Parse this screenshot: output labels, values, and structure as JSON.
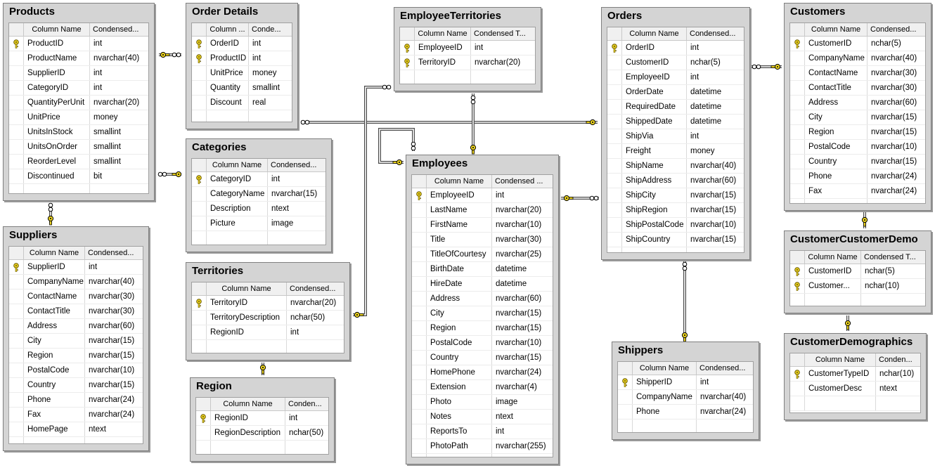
{
  "header_col1": "Column Name",
  "tables": [
    {
      "id": "products",
      "title": "Products",
      "header2": "Condensed...",
      "columns": [
        {
          "name": "ProductID",
          "type": "int",
          "pk": true
        },
        {
          "name": "ProductName",
          "type": "nvarchar(40)"
        },
        {
          "name": "SupplierID",
          "type": "int"
        },
        {
          "name": "CategoryID",
          "type": "int"
        },
        {
          "name": "QuantityPerUnit",
          "type": "nvarchar(20)"
        },
        {
          "name": "UnitPrice",
          "type": "money"
        },
        {
          "name": "UnitsInStock",
          "type": "smallint"
        },
        {
          "name": "UnitsOnOrder",
          "type": "smallint"
        },
        {
          "name": "ReorderLevel",
          "type": "smallint"
        },
        {
          "name": "Discontinued",
          "type": "bit"
        }
      ]
    },
    {
      "id": "order-details",
      "title": "Order Details",
      "header1": "Column ...",
      "header2": "Conde...",
      "columns": [
        {
          "name": "OrderID",
          "type": "int",
          "pk": true
        },
        {
          "name": "ProductID",
          "type": "int",
          "pk": true
        },
        {
          "name": "UnitPrice",
          "type": "money"
        },
        {
          "name": "Quantity",
          "type": "smallint"
        },
        {
          "name": "Discount",
          "type": "real"
        }
      ]
    },
    {
      "id": "employee-territories",
      "title": "EmployeeTerritories",
      "header2": "Condensed T...",
      "columns": [
        {
          "name": "EmployeeID",
          "type": "int",
          "pk": true
        },
        {
          "name": "TerritoryID",
          "type": "nvarchar(20)",
          "pk": true
        }
      ]
    },
    {
      "id": "orders",
      "title": "Orders",
      "header2": "Condensed...",
      "columns": [
        {
          "name": "OrderID",
          "type": "int",
          "pk": true
        },
        {
          "name": "CustomerID",
          "type": "nchar(5)"
        },
        {
          "name": "EmployeeID",
          "type": "int"
        },
        {
          "name": "OrderDate",
          "type": "datetime"
        },
        {
          "name": "RequiredDate",
          "type": "datetime"
        },
        {
          "name": "ShippedDate",
          "type": "datetime"
        },
        {
          "name": "ShipVia",
          "type": "int"
        },
        {
          "name": "Freight",
          "type": "money"
        },
        {
          "name": "ShipName",
          "type": "nvarchar(40)"
        },
        {
          "name": "ShipAddress",
          "type": "nvarchar(60)"
        },
        {
          "name": "ShipCity",
          "type": "nvarchar(15)"
        },
        {
          "name": "ShipRegion",
          "type": "nvarchar(15)"
        },
        {
          "name": "ShipPostalCode",
          "type": "nvarchar(10)"
        },
        {
          "name": "ShipCountry",
          "type": "nvarchar(15)"
        }
      ]
    },
    {
      "id": "customers",
      "title": "Customers",
      "header2": "Condensed...",
      "columns": [
        {
          "name": "CustomerID",
          "type": "nchar(5)",
          "pk": true
        },
        {
          "name": "CompanyName",
          "type": "nvarchar(40)"
        },
        {
          "name": "ContactName",
          "type": "nvarchar(30)"
        },
        {
          "name": "ContactTitle",
          "type": "nvarchar(30)"
        },
        {
          "name": "Address",
          "type": "nvarchar(60)"
        },
        {
          "name": "City",
          "type": "nvarchar(15)"
        },
        {
          "name": "Region",
          "type": "nvarchar(15)"
        },
        {
          "name": "PostalCode",
          "type": "nvarchar(10)"
        },
        {
          "name": "Country",
          "type": "nvarchar(15)"
        },
        {
          "name": "Phone",
          "type": "nvarchar(24)"
        },
        {
          "name": "Fax",
          "type": "nvarchar(24)"
        }
      ]
    },
    {
      "id": "categories",
      "title": "Categories",
      "header2": "Condensed...",
      "columns": [
        {
          "name": "CategoryID",
          "type": "int",
          "pk": true
        },
        {
          "name": "CategoryName",
          "type": "nvarchar(15)"
        },
        {
          "name": "Description",
          "type": "ntext"
        },
        {
          "name": "Picture",
          "type": "image"
        }
      ]
    },
    {
      "id": "employees",
      "title": "Employees",
      "header2": "Condensed ...",
      "columns": [
        {
          "name": "EmployeeID",
          "type": "int",
          "pk": true
        },
        {
          "name": "LastName",
          "type": "nvarchar(20)"
        },
        {
          "name": "FirstName",
          "type": "nvarchar(10)"
        },
        {
          "name": "Title",
          "type": "nvarchar(30)"
        },
        {
          "name": "TitleOfCourtesy",
          "type": "nvarchar(25)"
        },
        {
          "name": "BirthDate",
          "type": "datetime"
        },
        {
          "name": "HireDate",
          "type": "datetime"
        },
        {
          "name": "Address",
          "type": "nvarchar(60)"
        },
        {
          "name": "City",
          "type": "nvarchar(15)"
        },
        {
          "name": "Region",
          "type": "nvarchar(15)"
        },
        {
          "name": "PostalCode",
          "type": "nvarchar(10)"
        },
        {
          "name": "Country",
          "type": "nvarchar(15)"
        },
        {
          "name": "HomePhone",
          "type": "nvarchar(24)"
        },
        {
          "name": "Extension",
          "type": "nvarchar(4)"
        },
        {
          "name": "Photo",
          "type": "image"
        },
        {
          "name": "Notes",
          "type": "ntext"
        },
        {
          "name": "ReportsTo",
          "type": "int"
        },
        {
          "name": "PhotoPath",
          "type": "nvarchar(255)"
        }
      ]
    },
    {
      "id": "suppliers",
      "title": "Suppliers",
      "header2": "Condensed...",
      "columns": [
        {
          "name": "SupplierID",
          "type": "int",
          "pk": true
        },
        {
          "name": "CompanyName",
          "type": "nvarchar(40)"
        },
        {
          "name": "ContactName",
          "type": "nvarchar(30)"
        },
        {
          "name": "ContactTitle",
          "type": "nvarchar(30)"
        },
        {
          "name": "Address",
          "type": "nvarchar(60)"
        },
        {
          "name": "City",
          "type": "nvarchar(15)"
        },
        {
          "name": "Region",
          "type": "nvarchar(15)"
        },
        {
          "name": "PostalCode",
          "type": "nvarchar(10)"
        },
        {
          "name": "Country",
          "type": "nvarchar(15)"
        },
        {
          "name": "Phone",
          "type": "nvarchar(24)"
        },
        {
          "name": "Fax",
          "type": "nvarchar(24)"
        },
        {
          "name": "HomePage",
          "type": "ntext"
        }
      ]
    },
    {
      "id": "territories",
      "title": "Territories",
      "header2": "Condensed...",
      "columns": [
        {
          "name": "TerritoryID",
          "type": "nvarchar(20)",
          "pk": true
        },
        {
          "name": "TerritoryDescription",
          "type": "nchar(50)"
        },
        {
          "name": "RegionID",
          "type": "int"
        }
      ]
    },
    {
      "id": "region",
      "title": "Region",
      "header2": "Conden...",
      "columns": [
        {
          "name": "RegionID",
          "type": "int",
          "pk": true
        },
        {
          "name": "RegionDescription",
          "type": "nchar(50)"
        }
      ]
    },
    {
      "id": "customer-customer-demo",
      "title": "CustomerCustomerDemo",
      "header2": "Condensed T...",
      "columns": [
        {
          "name": "CustomerID",
          "type": "nchar(5)",
          "pk": true
        },
        {
          "name": "Customer...",
          "type": "nchar(10)",
          "pk": true
        }
      ]
    },
    {
      "id": "shippers",
      "title": "Shippers",
      "header2": "Condensed...",
      "columns": [
        {
          "name": "ShipperID",
          "type": "int",
          "pk": true
        },
        {
          "name": "CompanyName",
          "type": "nvarchar(40)"
        },
        {
          "name": "Phone",
          "type": "nvarchar(24)"
        }
      ]
    },
    {
      "id": "customer-demographics",
      "title": "CustomerDemographics",
      "header1": "Column Name",
      "header2": "Conden...",
      "columns": [
        {
          "name": "CustomerTypeID",
          "type": "nchar(10)",
          "pk": true
        },
        {
          "name": "CustomerDesc",
          "type": "ntext"
        }
      ]
    }
  ],
  "colors": {
    "key": "#e8d020",
    "key_outline": "#6b5a00",
    "line": "#4a4a4a"
  }
}
